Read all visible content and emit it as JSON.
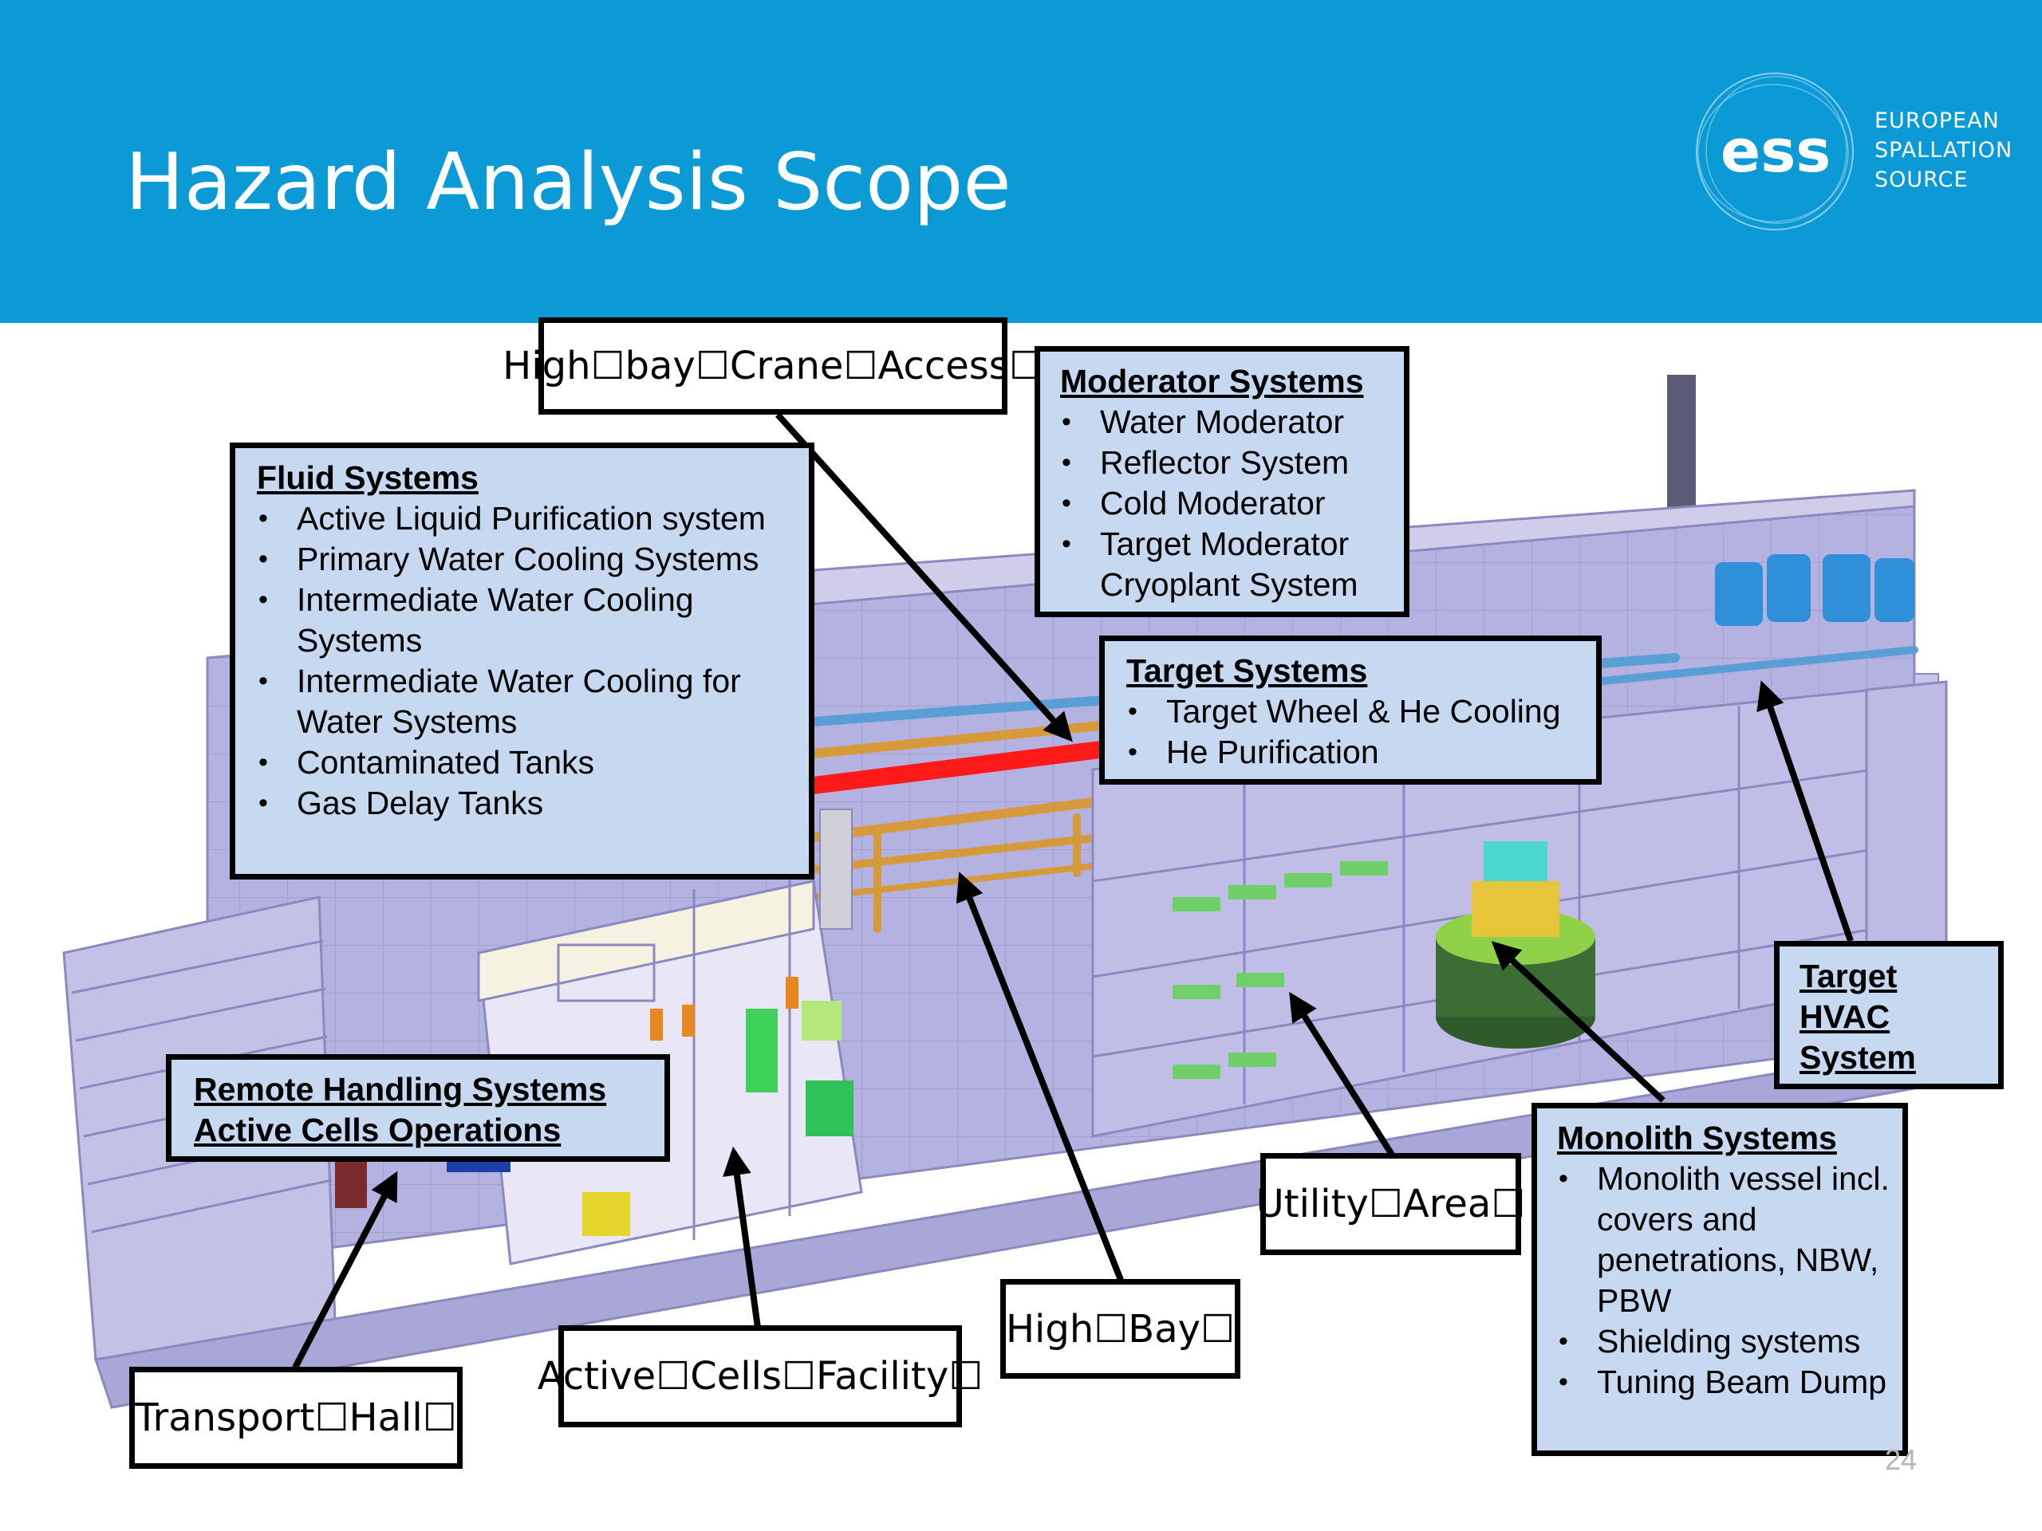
{
  "slide": {
    "title": "Hazard Analysis Scope",
    "page_number": "24"
  },
  "logo": {
    "mark": "ess",
    "lines": [
      "EUROPEAN",
      "SPALLATION",
      "SOURCE"
    ]
  },
  "callouts": {
    "highbay_crane": {
      "label": "High☐bay☐Crane☐Access☐"
    },
    "moderator": {
      "heading": "Moderator Systems",
      "items": [
        "Water Moderator",
        "Reflector System",
        "Cold Moderator",
        "Target Moderator Cryoplant System"
      ]
    },
    "fluid": {
      "heading": "Fluid Systems",
      "items": [
        "Active Liquid Purification system",
        "Primary Water Cooling Systems",
        "Intermediate Water Cooling Systems",
        "Intermediate Water Cooling for Water Systems",
        "Contaminated Tanks",
        "Gas Delay Tanks"
      ]
    },
    "target": {
      "heading": "Target Systems",
      "items": [
        "Target Wheel & He Cooling",
        "He Purification"
      ]
    },
    "target_hvac": {
      "heading_lines": [
        "Target",
        "HVAC",
        "System"
      ]
    },
    "remote_handling": {
      "lines": [
        "Remote Handling Systems",
        "Active Cells Operations"
      ]
    },
    "monolith": {
      "heading": "Monolith Systems",
      "items": [
        "Monolith vessel incl. covers and penetrations, NBW, PBW",
        "Shielding systems",
        "Tuning Beam Dump"
      ]
    },
    "utility_area": {
      "label": "Utility☐Area☐"
    },
    "high_bay": {
      "label": "High☐Bay☐"
    },
    "active_cells": {
      "label": "Active☐Cells☐Facility☐"
    },
    "transport_hall": {
      "label": "Transport☐Hall☐"
    }
  },
  "colors": {
    "header": "#0b9ad6",
    "callout_fill": "#c6d9f1",
    "building": "#b4b2e0",
    "crane_highlight": "#ff1a1a"
  }
}
